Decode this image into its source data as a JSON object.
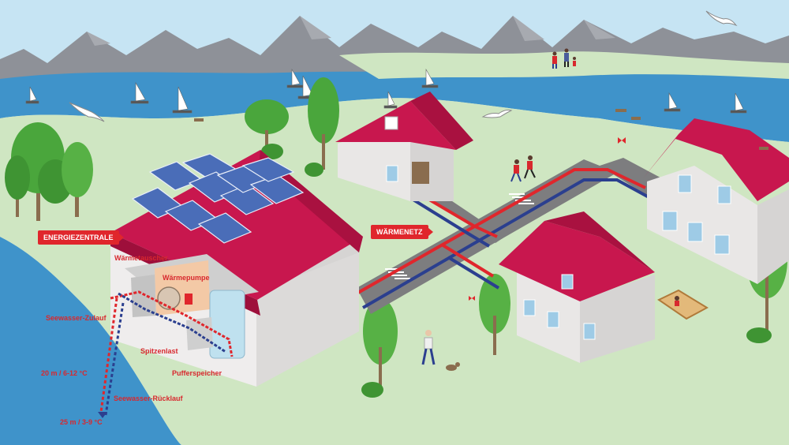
{
  "labels": {
    "energiezentrale": "ENERGIEZENTRALE",
    "waermenetz": "WÄRMENETZ",
    "waermetauscher": "Wärmetauscher",
    "waermepumpe": "Wärmepumpe",
    "seewasser_zulauf": "Seewasser-Zulauf",
    "spitzenlast": "Spitzenlast",
    "pufferspeicher": "Pufferspeicher",
    "depth_20": "20 m / 6-12 °C",
    "seewasser_ruecklauf": "Seewasser-Rücklauf",
    "depth_25": "25 m / 3-9 °C"
  },
  "colors": {
    "sky": "#bfe0f2",
    "mountain": "#8c8f96",
    "lake": "#3d92c9",
    "grass": "#cfe6c2",
    "roof": "#c8174e",
    "wall": "#efeded",
    "pipe_hot": "#e0262c",
    "pipe_cold": "#2b3f8f",
    "road": "#7d7d7f",
    "tree": "#4aa63c",
    "label_red": "#d8282e"
  },
  "icons": [
    "sailboat-icon",
    "seagull-icon",
    "tree-icon",
    "solar-panel-icon",
    "person-icon",
    "dog-icon",
    "butterfly-icon",
    "bench-icon",
    "sandbox-icon"
  ]
}
